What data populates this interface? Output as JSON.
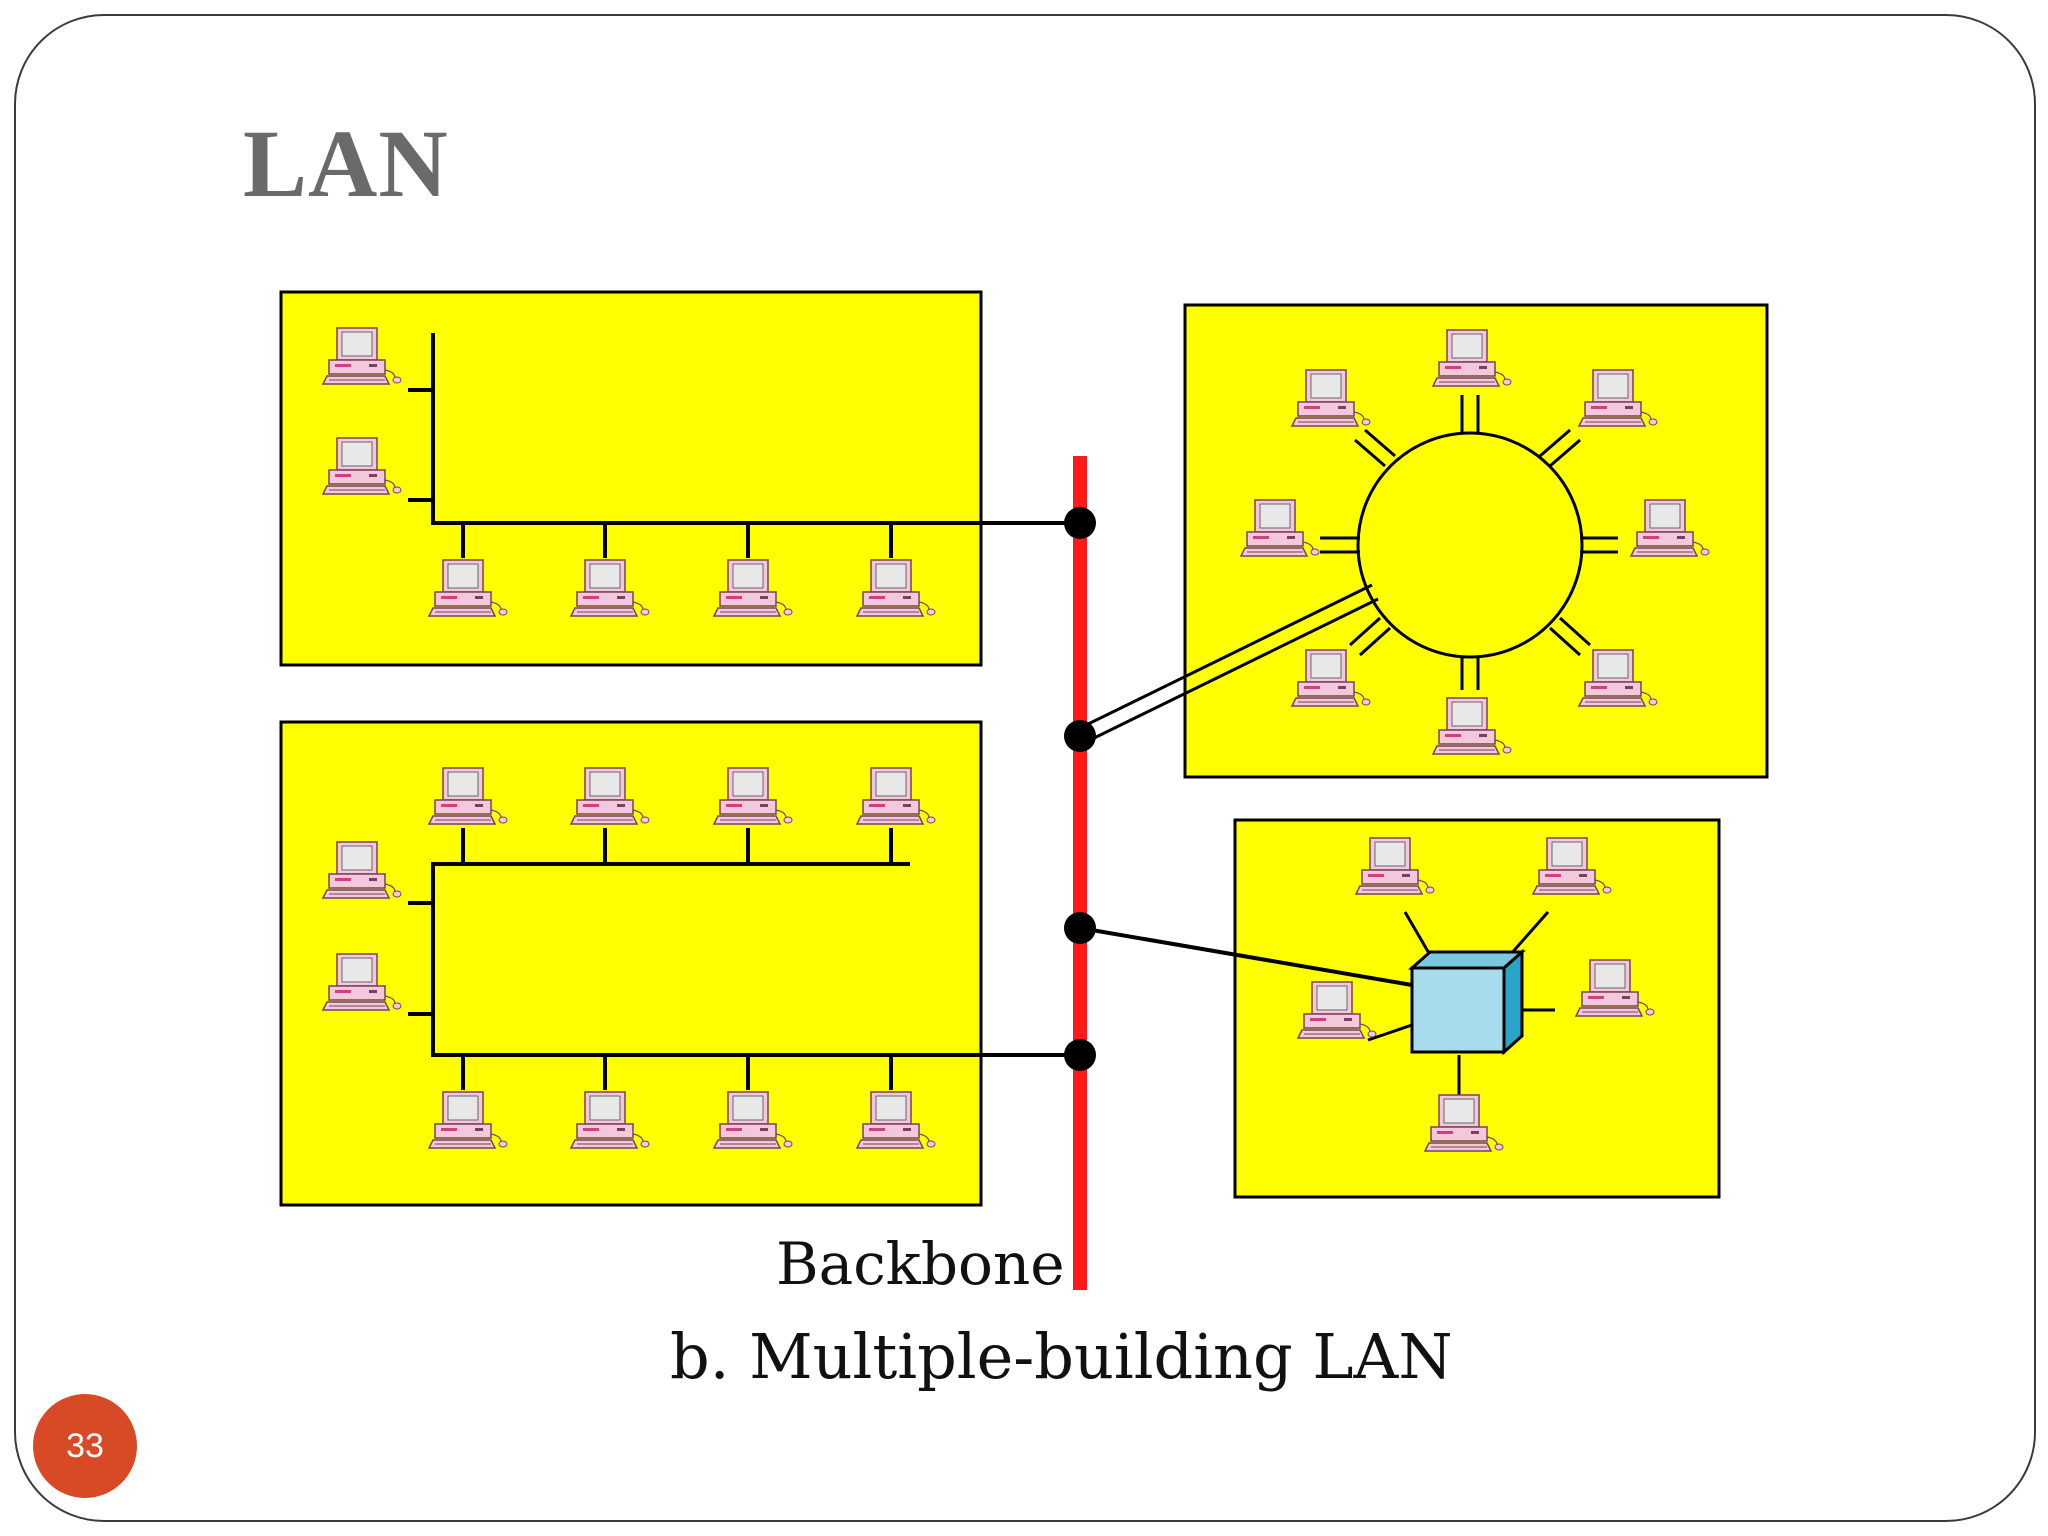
{
  "slide": {
    "title": "LAN",
    "slide_number": "33"
  },
  "diagram": {
    "backbone_label": "Backbone",
    "caption": "b. Multiple-building LAN",
    "colors": {
      "building_fill": "#ffff00",
      "backbone": "#ff1a1a",
      "hub_front": "#a8dcec",
      "hub_side": "#2aa4c8",
      "pc_body": "#f4c8dc",
      "pc_screen": "#e8e8e8",
      "line": "#000000"
    },
    "icons": [
      "computer-icon",
      "hub-icon",
      "backbone-tap-icon"
    ]
  }
}
